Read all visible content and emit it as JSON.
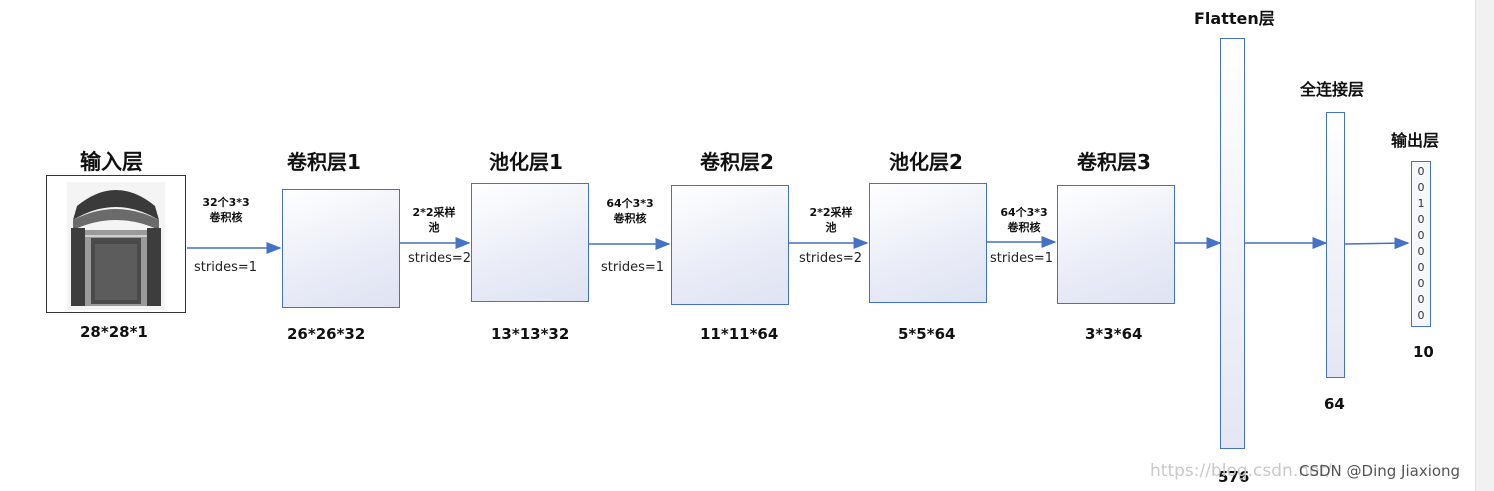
{
  "layers": {
    "input": {
      "title": "输入层",
      "dims": "28*28*1"
    },
    "conv1": {
      "title": "卷积层1",
      "dims": "26*26*32"
    },
    "pool1": {
      "title": "池化层1",
      "dims": "13*13*32"
    },
    "conv2": {
      "title": "卷积层2",
      "dims": "11*11*64"
    },
    "pool2": {
      "title": "池化层2",
      "dims": "5*5*64"
    },
    "conv3": {
      "title": "卷积层3",
      "dims": "3*3*64"
    },
    "flatten": {
      "title": "Flatten层",
      "dims": "576"
    },
    "dense": {
      "title": "全连接层",
      "dims": "64"
    },
    "output": {
      "title": "输出层",
      "dims": "10"
    }
  },
  "edges": {
    "e1": {
      "op_line1": "32个3*3",
      "op_line2": "卷积核",
      "strides": "strides=1"
    },
    "e2": {
      "op_line1": "2*2采样",
      "op_line2": "池",
      "strides": "strides=2"
    },
    "e3": {
      "op_line1": "64个3*3",
      "op_line2": "卷积核",
      "strides": "strides=1"
    },
    "e4": {
      "op_line1": "2*2采样",
      "op_line2": "池",
      "strides": "strides=2"
    },
    "e5": {
      "op_line1": "64个3*3",
      "op_line2": "卷积核",
      "strides": "strides=1"
    }
  },
  "output_vector": [
    "0",
    "0",
    "1",
    "0",
    "0",
    "0",
    "0",
    "0",
    "0",
    "0"
  ],
  "watermark": "https://blog.csdn.net/",
  "credit": "CSDN @Ding Jiaxiong",
  "colors": {
    "accent": "#4472c4",
    "box_fill": "#e9ecf7"
  },
  "icons": {
    "input_image": "coat-icon"
  }
}
